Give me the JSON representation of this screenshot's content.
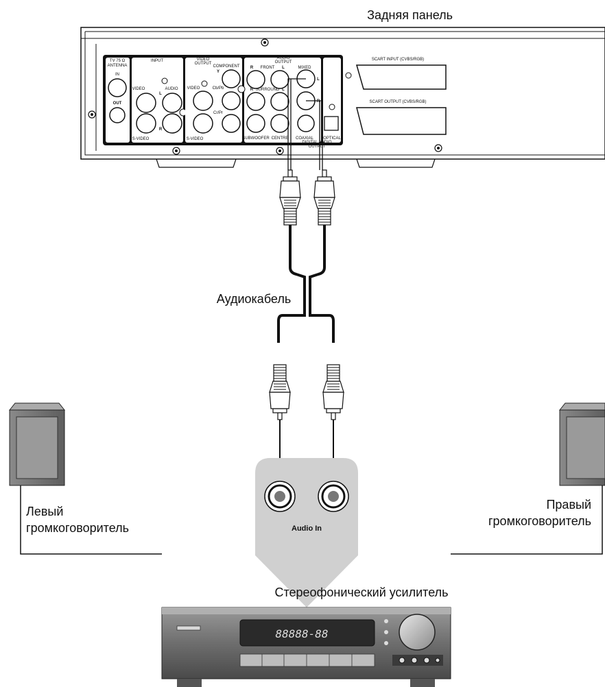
{
  "labels": {
    "rear_panel": "Задняя панель",
    "audio_cable": "Аудиокабель",
    "left_speaker_line1": "Левый",
    "left_speaker_line2": "громкоговоритель",
    "right_speaker_line1": "Правый",
    "right_speaker_line2": "громкоговоритель",
    "stereo_amplifier": "Стереофонический усилитель",
    "audio_in": "Audio In",
    "amp_display": "88888-88"
  },
  "panel": {
    "antenna": "TV 75 Ω",
    "antenna2": "ANTENNA",
    "in": "IN",
    "out": "OUT",
    "input": "INPUT",
    "video": "VIDEO",
    "audio": "AUDIO",
    "svideo": "S-VIDEO",
    "video_output": "VIDEO",
    "video_output2": "OUTPUT",
    "component": "COMPONENT",
    "y": "Y",
    "cb": "Cb/Pb",
    "cr": "Cr/Pr",
    "audio_output": "AUDIO",
    "audio_output2": "OUTPUT",
    "front": "FRONT",
    "mixed": "MIXED",
    "surround": "SURROUND",
    "subwoofer": "SUBWOOFER",
    "centre": "CENTRE",
    "coaxial": "COAXIAL",
    "optical": "OPTICAL",
    "digital_audio": "DIGITAL AUDIO",
    "digital_output": "OUTPUT",
    "scart_in": "SCART INPUT (CVBS/RGB)",
    "scart_out": "SCART OUTPUT (CVBS/RGB)",
    "l": "L",
    "r": "R"
  }
}
